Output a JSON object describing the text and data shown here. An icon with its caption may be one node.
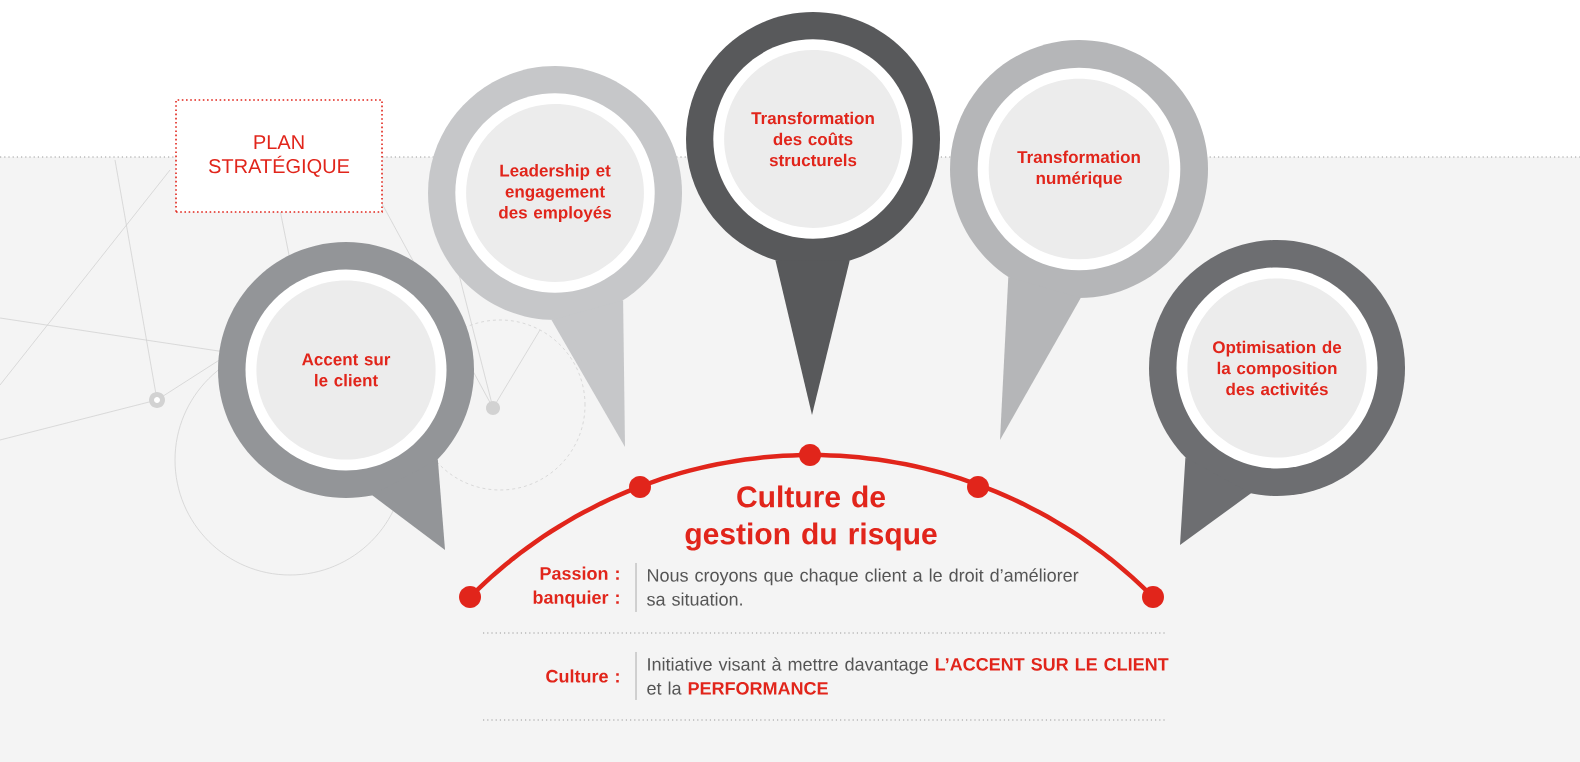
{
  "diagram": {
    "nodes": [
      {
        "text": [
          "PLAN STRATÉGIQUE"
        ]
      },
      {
        "text": [
          "Accent sur le client"
        ]
      },
      {
        "text": [
          "Leadership et engagement des employés"
        ]
      },
      {
        "text": [
          "Transformation des coûts structurels"
        ]
      },
      {
        "text": [
          "Transformation numérique"
        ]
      },
      {
        "text": [
          "Optimisation de la composition des activités"
        ]
      }
    ],
    "labels": [
      "Culture de gestion du risque",
      "Passion : banquier :",
      "Nous croyons que chaque client a le droit d’améliorer sa situation.",
      "Culture :",
      "Initiative visant à mettre davantage **L’ACCENT SUR LE CLIENT** et la **PERFORMANCE**"
    ]
  }
}
